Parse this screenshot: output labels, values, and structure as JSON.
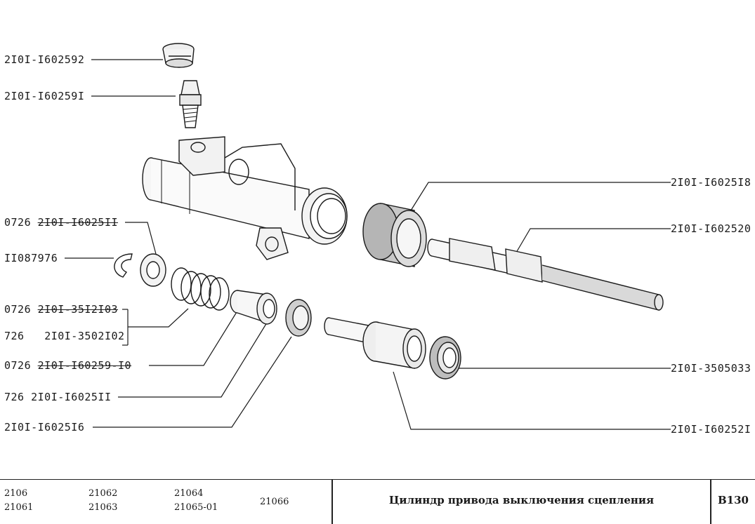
{
  "labels": {
    "plug": "2I0I-I602592",
    "bleeder": "2I0I-I60259I",
    "bushing": "2I0I-I6025I8",
    "pushrod": "2I0I-I602520",
    "washer_prefix": "0726",
    "washer": "2I0I-I6025II",
    "ring": "II087976",
    "spring_a_prefix": "0726",
    "spring_a": "2I0I-35I2I03",
    "spring_b_prefix": "726",
    "spring_b": "2I0I-3502I02",
    "piston_prefix": "0726",
    "piston": "2I0I-I60259-I0",
    "seal_a": "726 2I0I-I6025II",
    "seal_b": "2I0I-I6025I6",
    "boot": "2I0I-3505033",
    "rod": "2I0I-I60252I"
  },
  "footer": {
    "models_col1": [
      "2106",
      "21061"
    ],
    "models_col2": [
      "21062",
      "21063"
    ],
    "models_col3": [
      "21064",
      "21065-01"
    ],
    "models_col4": "21066",
    "title": "Цилиндр привода выключения сцепления",
    "code": "B130"
  }
}
